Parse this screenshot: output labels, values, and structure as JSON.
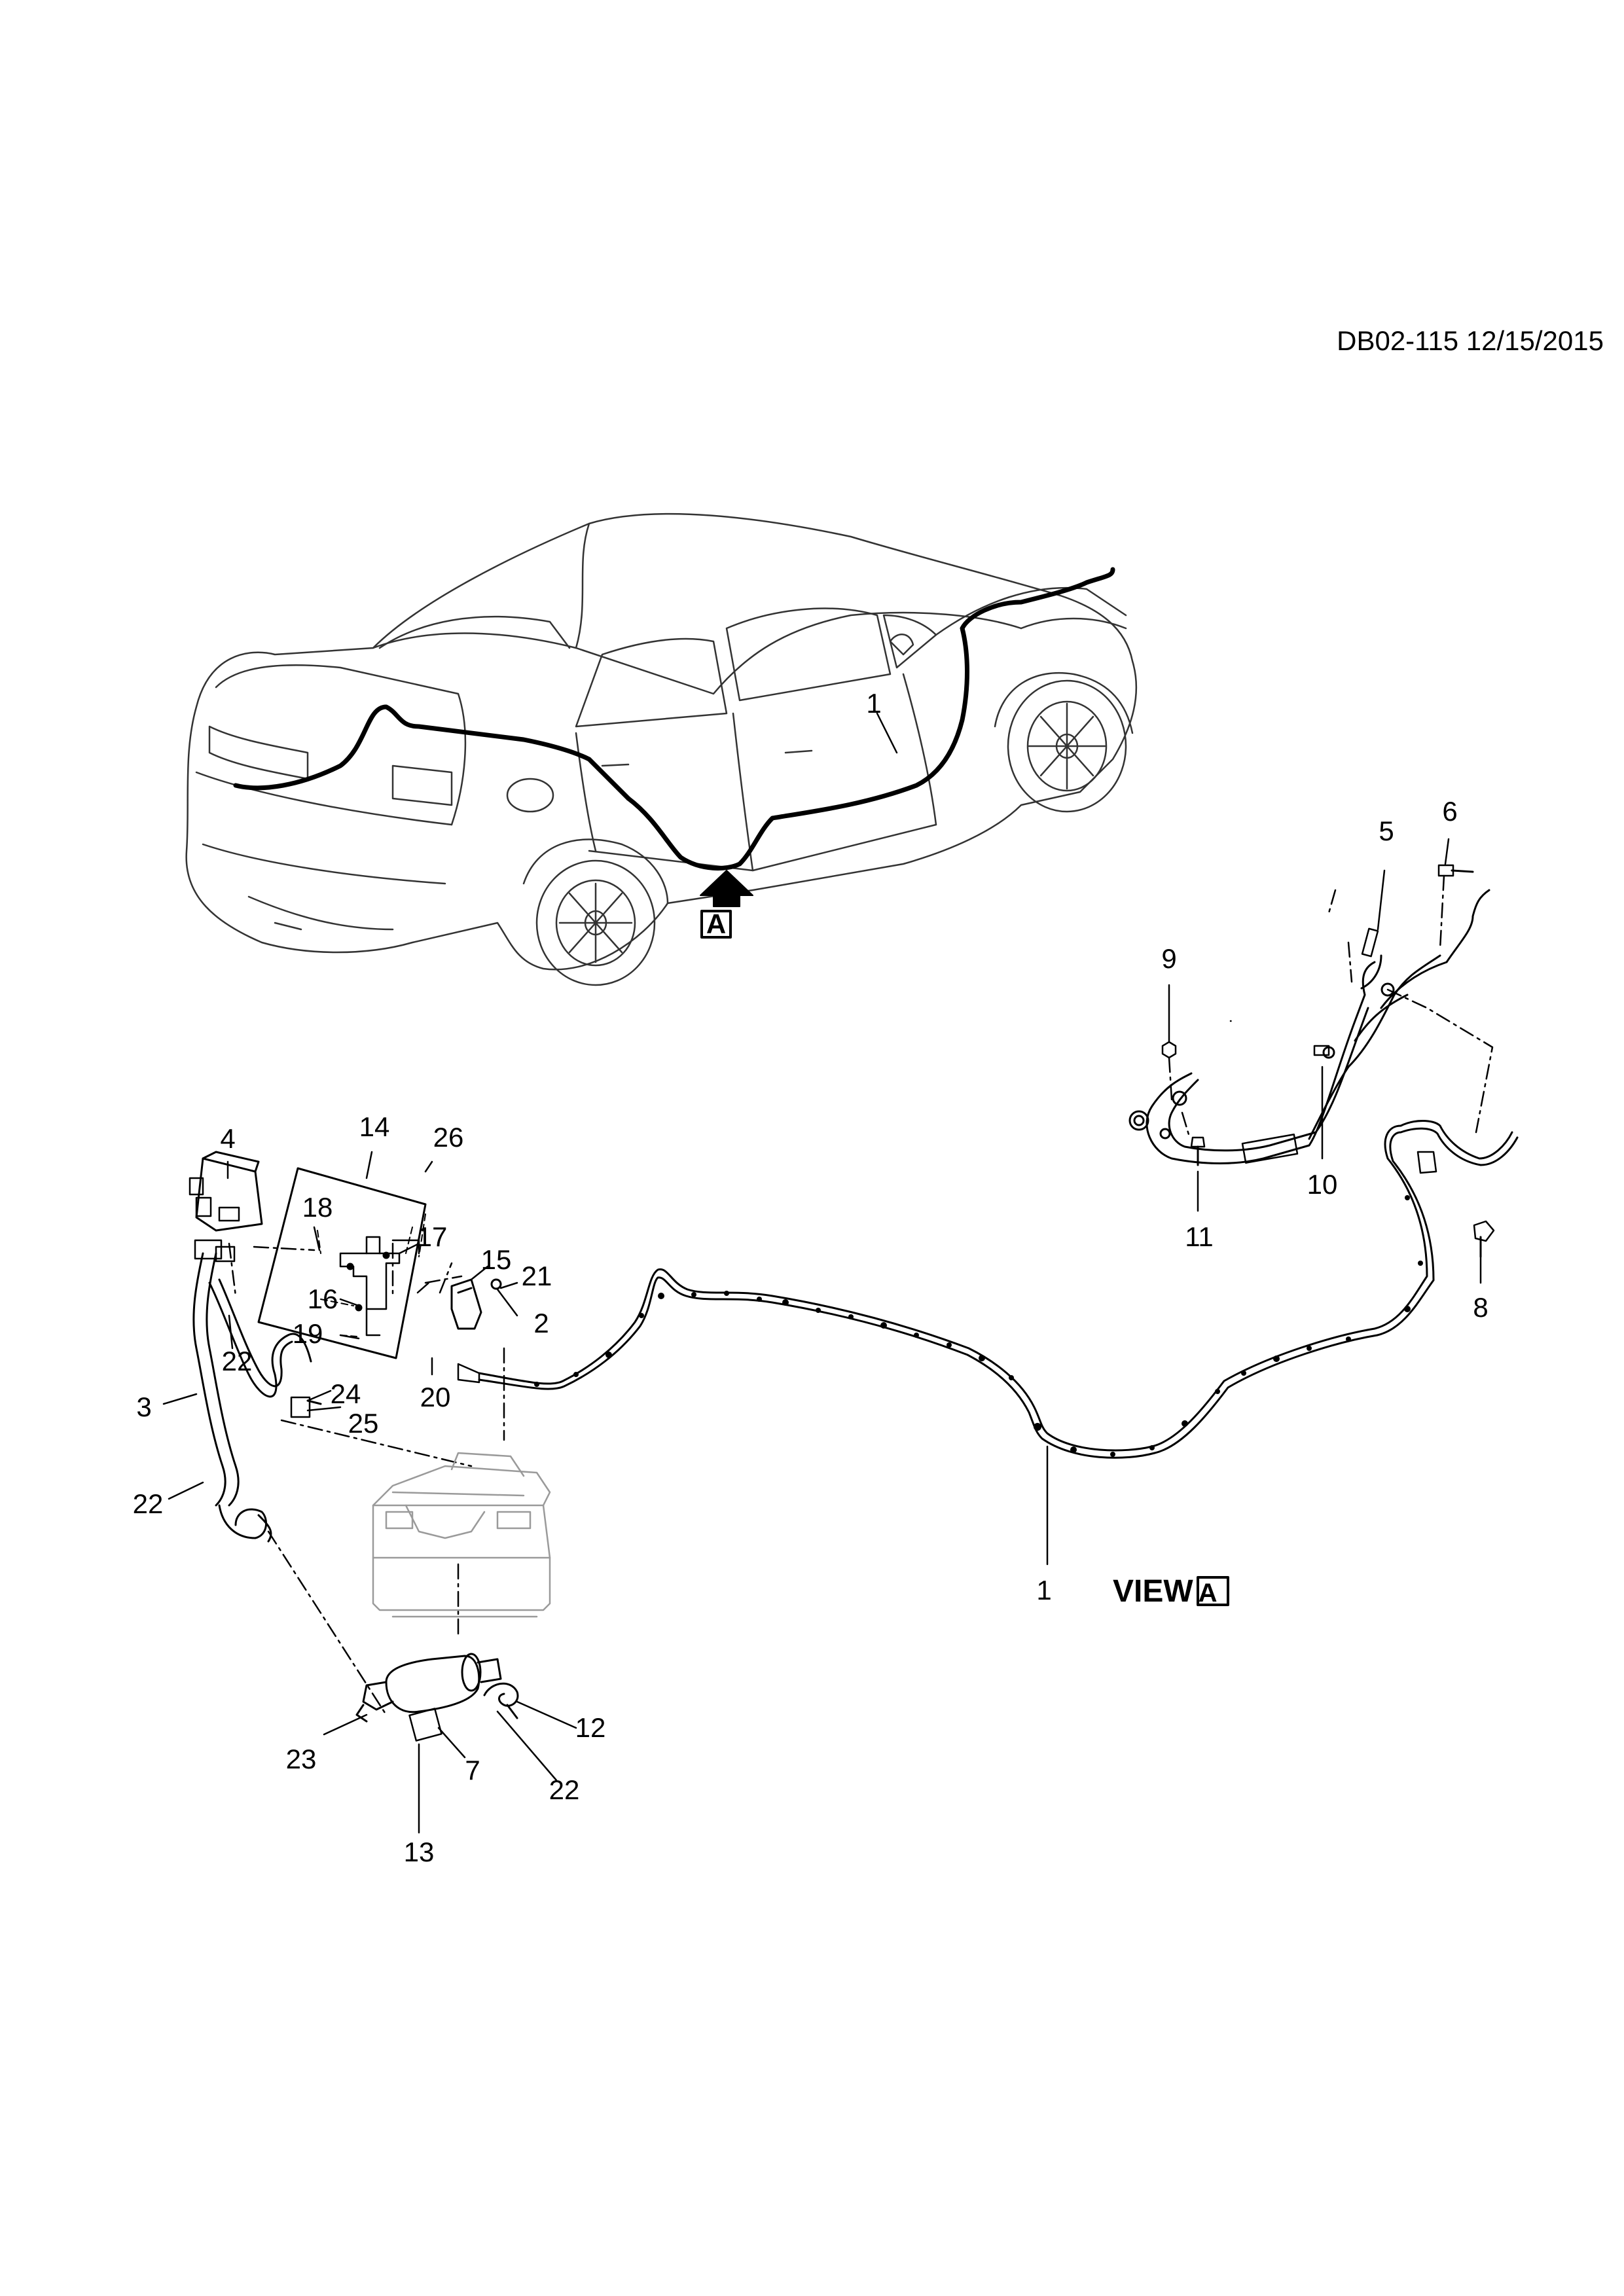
{
  "header": {
    "reference": "DB02-115 12/15/2015"
  },
  "view": {
    "title": "VIEW",
    "marker": "A"
  },
  "callouts": {
    "c1_car": "1",
    "cA_car": "A",
    "c1": "1",
    "c2": "2",
    "c3": "3",
    "c4": "4",
    "c5": "5",
    "c6": "6",
    "c7": "7",
    "c8": "8",
    "c9": "9",
    "c10": "10",
    "c11": "11",
    "c12": "12",
    "c13": "13",
    "c14": "14",
    "c15": "15",
    "c16": "16",
    "c17": "17",
    "c18": "18",
    "c19": "19",
    "c20": "20",
    "c21": "21",
    "c22a": "22",
    "c22b": "22",
    "c22c": "22",
    "c23": "23",
    "c24": "24",
    "c25": "25",
    "c26": "26"
  },
  "colors": {
    "line": "#000000",
    "ghost": "#b0b0b0",
    "background": "#ffffff"
  }
}
